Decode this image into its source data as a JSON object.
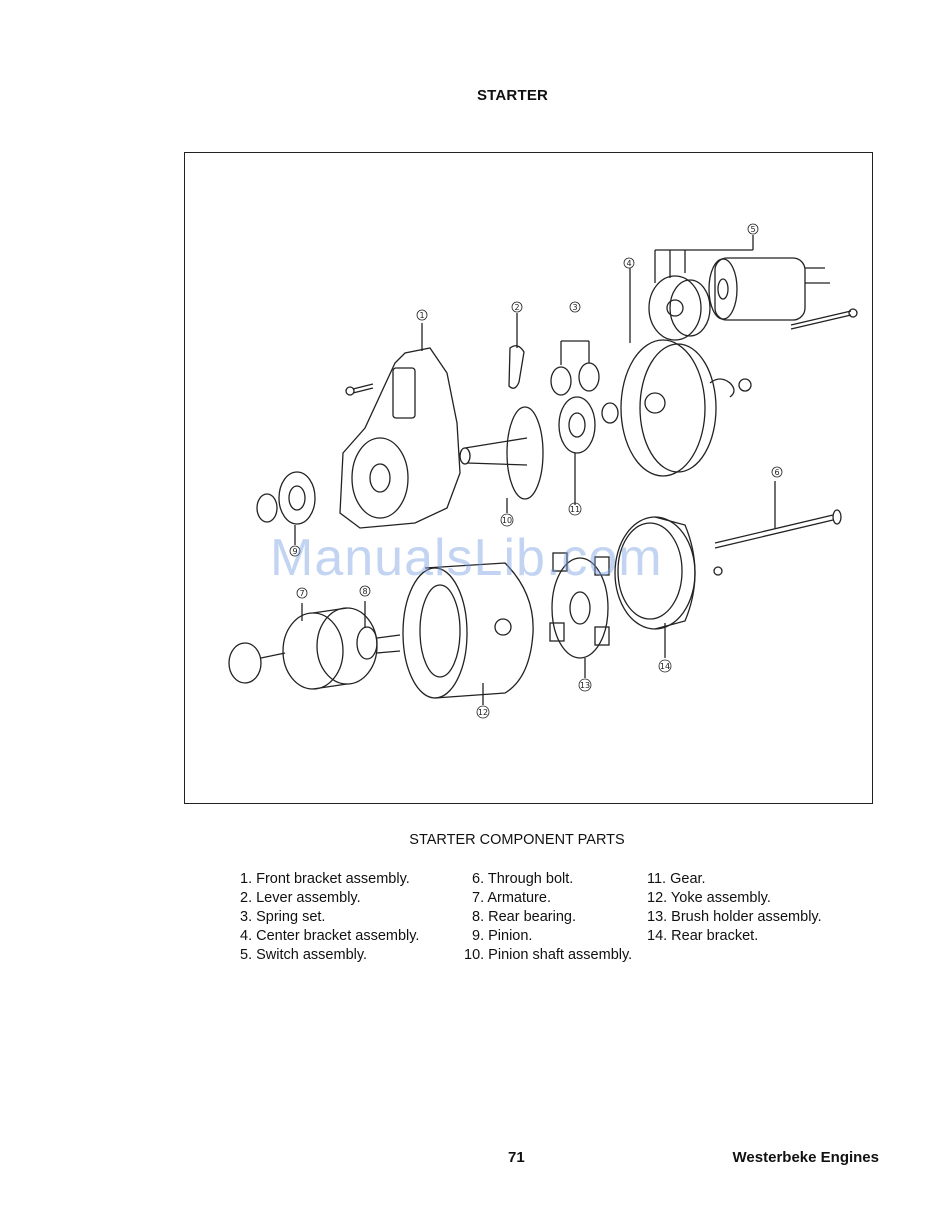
{
  "header": {
    "title": "STARTER"
  },
  "watermark": {
    "text": "ManualsLib.com"
  },
  "figure": {
    "callouts": [
      "1",
      "2",
      "3",
      "4",
      "5",
      "6",
      "7",
      "8",
      "9",
      "10",
      "11",
      "12",
      "13",
      "14"
    ]
  },
  "caption": "STARTER COMPONENT PARTS",
  "parts": {
    "col1": [
      "1. Front bracket assembly.",
      "2. Lever assembly.",
      "3. Spring set.",
      "4. Center bracket assembly.",
      "5. Switch assembly."
    ],
    "col2": [
      "6. Through bolt.",
      "7. Armature.",
      "8. Rear bearing.",
      "9. Pinion.",
      "10. Pinion shaft assembly."
    ],
    "col3": [
      "11. Gear.",
      "12. Yoke assembly.",
      "13. Brush holder assembly.",
      "14. Rear bracket."
    ]
  },
  "footer": {
    "page_number": "71",
    "brand": "Westerbeke Engines"
  }
}
